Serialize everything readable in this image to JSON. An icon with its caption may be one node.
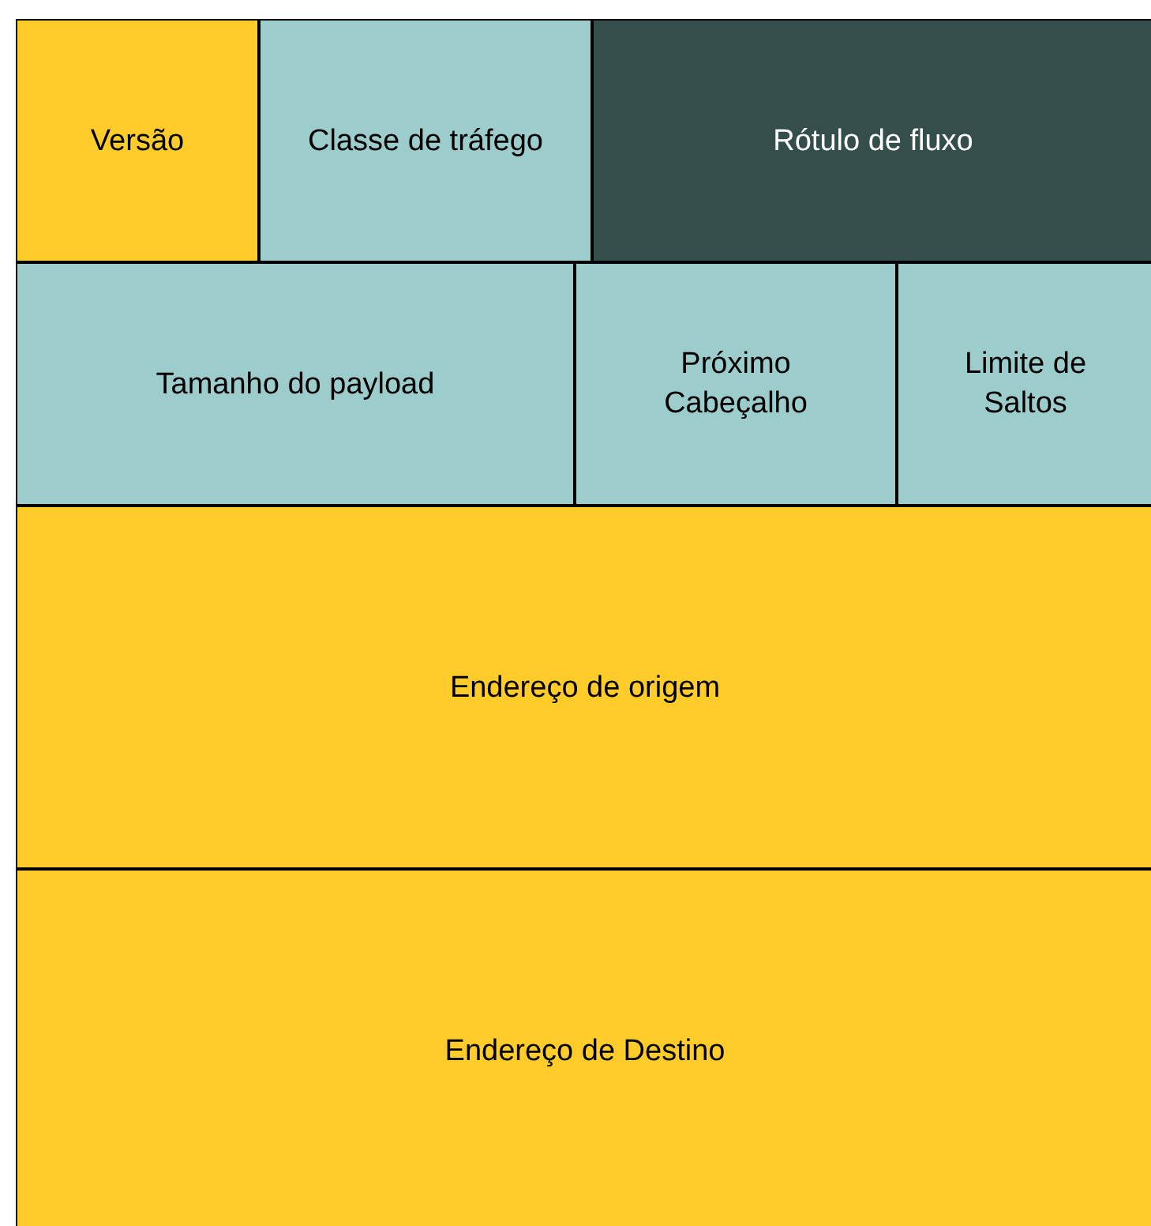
{
  "diagram": {
    "nodes": [
      {
        "text": [
          "Versão"
        ]
      },
      {
        "text": [
          "Classe de tráfego"
        ]
      },
      {
        "text": [
          "Rótulo de fluxo"
        ]
      },
      {
        "text": [
          "Tamanho do payload"
        ]
      },
      {
        "text": [
          "Próximo Cabeçalho"
        ]
      },
      {
        "text": [
          "Limite de Saltos"
        ]
      },
      {
        "text": [
          "Endereço de origem"
        ]
      },
      {
        "text": [
          "Endereço de Destino"
        ]
      }
    ]
  }
}
